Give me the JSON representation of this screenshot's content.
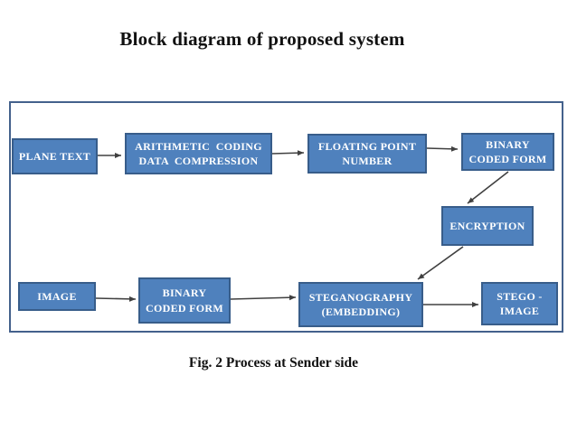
{
  "page": {
    "title": "Block diagram of proposed system",
    "caption": "Fig. 2 Process at Sender side"
  },
  "colors": {
    "block_fill": "#4f81bd",
    "block_border": "#385d8a",
    "block_text": "#ffffff",
    "frame_border": "#44618c",
    "arrow": "#404040"
  },
  "diagram": {
    "nodes": {
      "plane_text": {
        "label": "PLANE TEXT"
      },
      "arithmetic_coding": {
        "label": "ARITHMETIC  CODING\nDATA  COMPRESSION"
      },
      "floating_point": {
        "label": "FLOATING POINT\nNUMBER"
      },
      "binary_coded_top": {
        "label": "BINARY\nCODED FORM"
      },
      "encryption": {
        "label": "ENCRYPTION"
      },
      "image": {
        "label": "IMAGE"
      },
      "binary_coded_bottom": {
        "label": "BINARY\nCODED FORM"
      },
      "steganography": {
        "label": "STEGANOGRAPHY\n(EMBEDDING)"
      },
      "stego_image": {
        "label": "STEGO -\nIMAGE"
      }
    },
    "edges": [
      {
        "from": "plane_text",
        "to": "arithmetic_coding"
      },
      {
        "from": "arithmetic_coding",
        "to": "floating_point"
      },
      {
        "from": "floating_point",
        "to": "binary_coded_top"
      },
      {
        "from": "binary_coded_top",
        "to": "encryption"
      },
      {
        "from": "encryption",
        "to": "steganography"
      },
      {
        "from": "image",
        "to": "binary_coded_bottom"
      },
      {
        "from": "binary_coded_bottom",
        "to": "steganography"
      },
      {
        "from": "steganography",
        "to": "stego_image"
      }
    ]
  }
}
